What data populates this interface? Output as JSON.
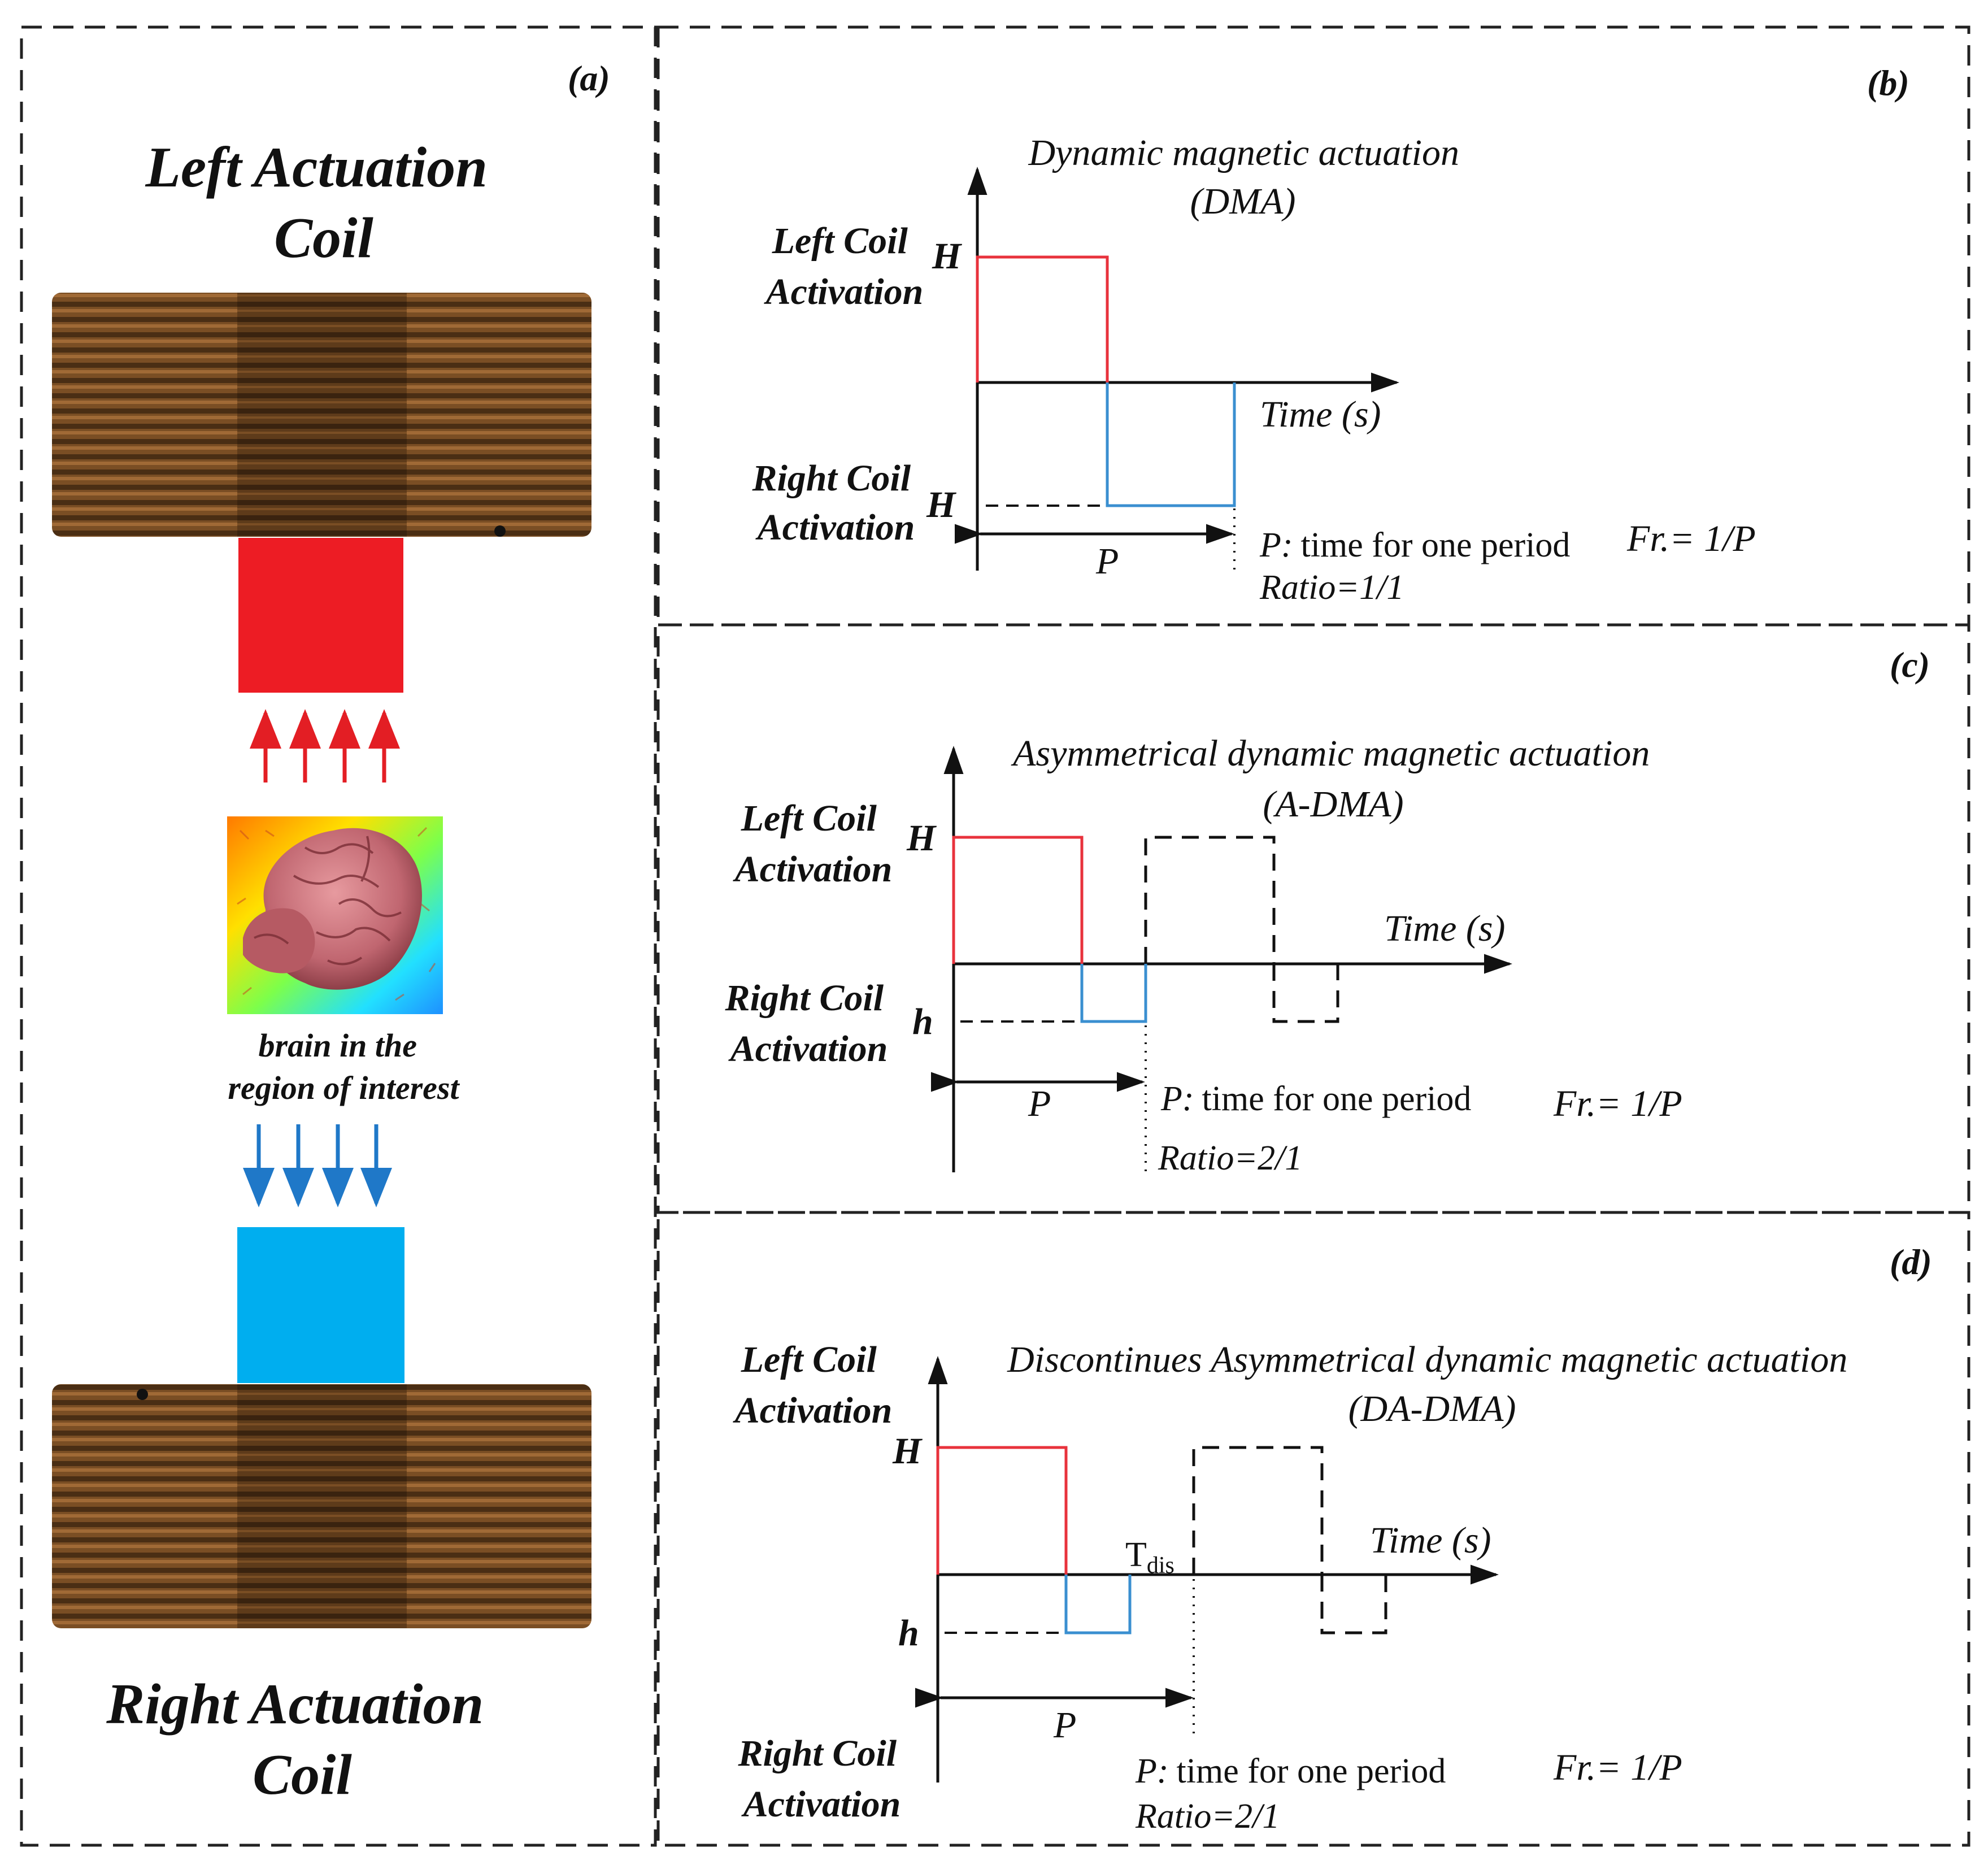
{
  "panel_a": {
    "tag": "(a)",
    "left_coil_title": [
      "Left Actuation",
      "Coil"
    ],
    "right_coil_title": [
      "Right Actuation",
      "Coil"
    ],
    "brain_caption": [
      "brain in the",
      "region of interest"
    ],
    "colors": {
      "left_pole": "#ed1c24",
      "right_pole": "#00aeef",
      "coil": "#5a3a1c",
      "up_arrows": "#e31e24",
      "down_arrows": "#1f78c8"
    }
  },
  "panel_b": {
    "tag": "(b)",
    "title": [
      "Dynamic magnetic actuation",
      "(DMA)"
    ],
    "left_axis_label": [
      "Left Coil",
      "Activation"
    ],
    "right_axis_label": [
      "Right Coil",
      "Activation"
    ],
    "upper_level": "H",
    "lower_level": "H",
    "time_label": "Time (s)",
    "period_symbol": "P",
    "period_note_prefix": "P:",
    "period_note": "time for one period",
    "freq": "Fr.= 1/P",
    "ratio": "Ratio=1/1"
  },
  "panel_c": {
    "tag": "(c)",
    "title": [
      "Asymmetrical dynamic magnetic actuation",
      "(A-DMA)"
    ],
    "left_axis_label": [
      "Left Coil",
      "Activation"
    ],
    "right_axis_label": [
      "Right Coil",
      "Activation"
    ],
    "upper_level": "H",
    "lower_level": "h",
    "time_label": "Time (s)",
    "period_symbol": "P",
    "period_note_prefix": "P:",
    "period_note": "time for one period",
    "freq": "Fr.= 1/P",
    "ratio": "Ratio=2/1"
  },
  "panel_d": {
    "tag": "(d)",
    "title": [
      "Discontinues Asymmetrical dynamic magnetic actuation",
      "(DA-DMA)"
    ],
    "left_axis_label": [
      "Left Coil",
      "Activation"
    ],
    "right_axis_label": [
      "Right Coil",
      "Activation"
    ],
    "upper_level": "H",
    "lower_level": "h",
    "tdis_main": "T",
    "tdis_sub": "dis",
    "time_label": "Time (s)",
    "period_symbol": "P",
    "period_note_prefix": "P:",
    "period_note": "time for one period",
    "freq": "Fr.= 1/P",
    "ratio": "Ratio=2/1"
  },
  "colors": {
    "left_pulse": "#e8323c",
    "right_pulse": "#3a8fd0",
    "axis": "#111111",
    "dash": "#111111"
  }
}
